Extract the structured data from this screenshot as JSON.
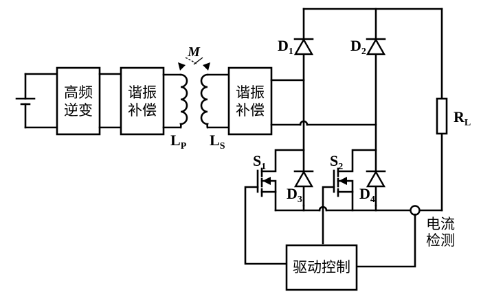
{
  "diagram": {
    "blocks": {
      "inverter": {
        "line1": "高频",
        "line2": "逆变"
      },
      "primary_compensation": {
        "line1": "谐振",
        "line2": "补偿"
      },
      "secondary_compensation": {
        "line1": "谐振",
        "line2": "补偿"
      },
      "drive_control": {
        "label": "驱动控制"
      }
    },
    "coupling": {
      "label": "M"
    },
    "inductors": {
      "primary": {
        "main": "L",
        "sub": "P"
      },
      "secondary": {
        "main": "L",
        "sub": "S"
      }
    },
    "diodes": [
      {
        "main": "D",
        "sub": "1"
      },
      {
        "main": "D",
        "sub": "2"
      },
      {
        "main": "D",
        "sub": "3"
      },
      {
        "main": "D",
        "sub": "4"
      }
    ],
    "switches": [
      {
        "main": "S",
        "sub": "1"
      },
      {
        "main": "S",
        "sub": "2"
      }
    ],
    "load": {
      "main": "R",
      "sub": "L"
    },
    "current_sense": {
      "line1": "电流",
      "line2": "检测"
    }
  }
}
